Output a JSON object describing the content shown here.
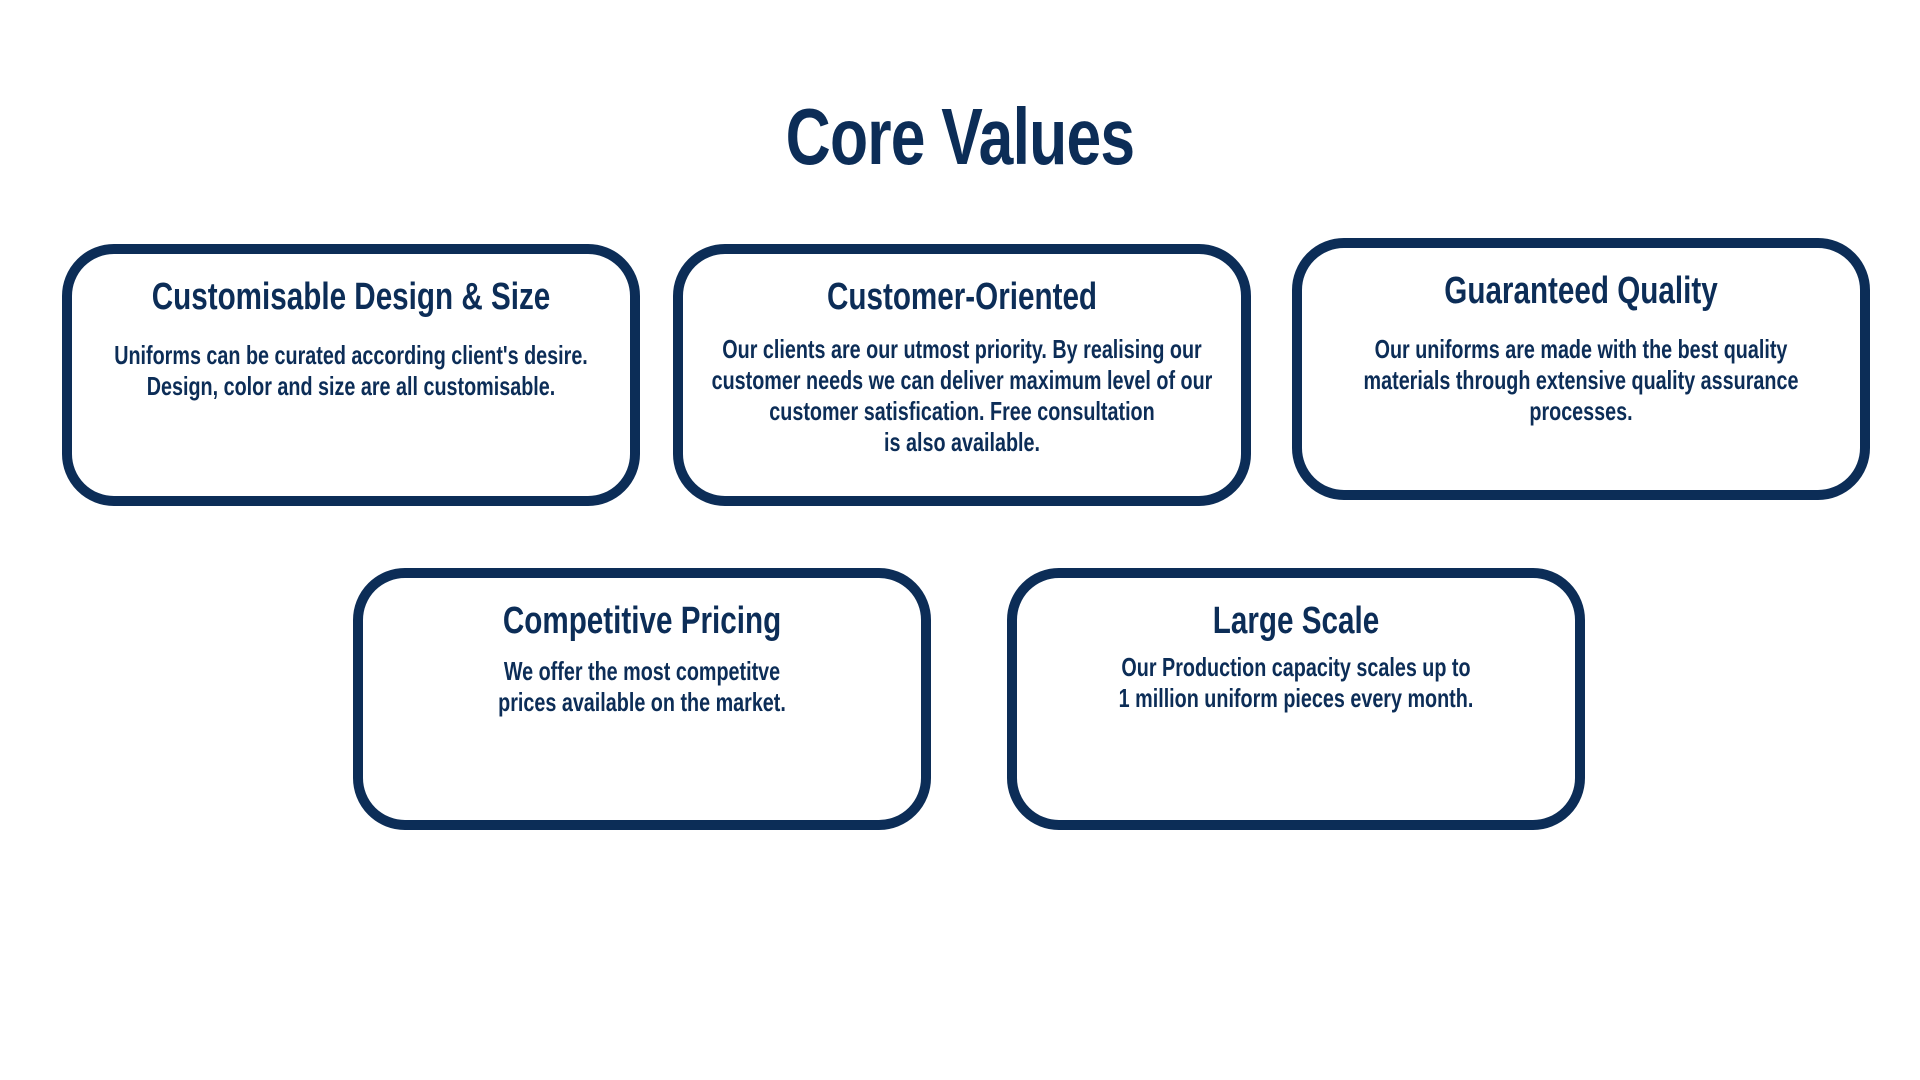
{
  "page": {
    "title": "Core Values"
  },
  "cards": [
    {
      "title": "Customisable Design & Size",
      "lines": [
        "Uniforms can be curated according client's desire.",
        "Design, color and size are all customisable."
      ]
    },
    {
      "title": "Customer-Oriented",
      "lines": [
        "Our clients are our utmost priority. By realising our",
        "customer needs we can deliver maximum level of our",
        "customer satisfication. Free consultation",
        "is also available."
      ]
    },
    {
      "title": "Guaranteed Quality",
      "lines": [
        "Our uniforms are made with the best quality",
        "materials through extensive quality assurance",
        "processes."
      ]
    },
    {
      "title": "Competitive Pricing",
      "lines": [
        "We offer the most competitve",
        "prices available on the market."
      ]
    },
    {
      "title": "Large Scale",
      "lines": [
        "Our Production capacity scales up to",
        "1 million uniform pieces every month."
      ]
    }
  ],
  "colors": {
    "brand_navy": "#0c2d57",
    "background": "#ffffff"
  }
}
